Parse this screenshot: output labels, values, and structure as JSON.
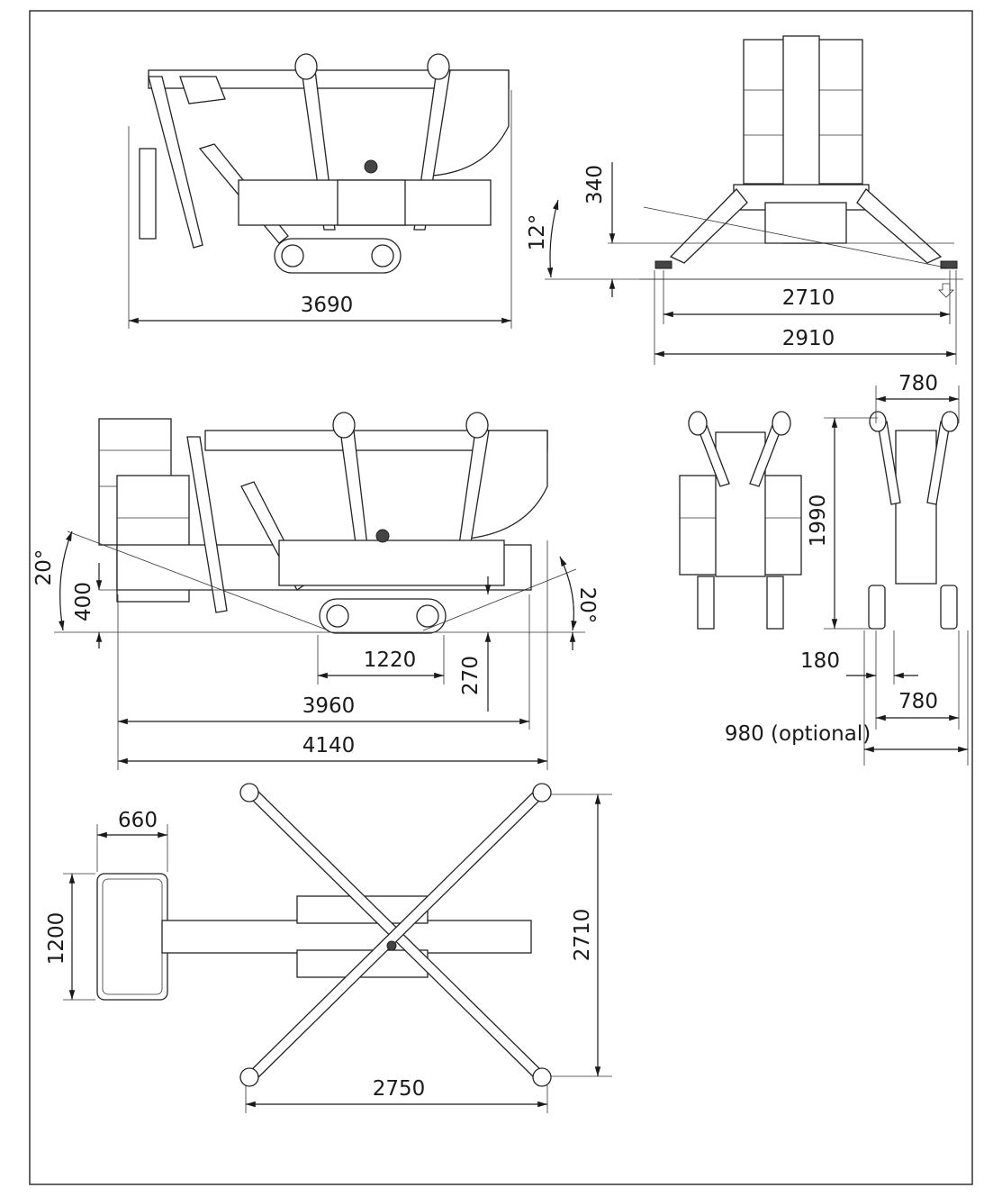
{
  "drawing": {
    "views": {
      "side_stowed": {
        "length": "3690"
      },
      "front_outriggers": {
        "height": "340",
        "angle": "12°",
        "inner_width": "2710",
        "outer_width": "2910"
      },
      "side_with_basket": {
        "approach_angle_left": "20°",
        "clearance_left": "400",
        "approach_angle_right": "20°",
        "track_length": "1220",
        "track_height": "270",
        "length": "3960",
        "overall_length": "4140"
      },
      "rear": {
        "width_top": "780",
        "height": "1990",
        "track_width": "180",
        "width_bottom": "780",
        "width_optional": "980 (optional)"
      },
      "top": {
        "basket_width": "660",
        "basket_length": "1200",
        "outrigger_span_y": "2710",
        "outrigger_span_x": "2750"
      }
    },
    "colors": {
      "line": "#1a1a1a",
      "background": "#ffffff"
    }
  }
}
